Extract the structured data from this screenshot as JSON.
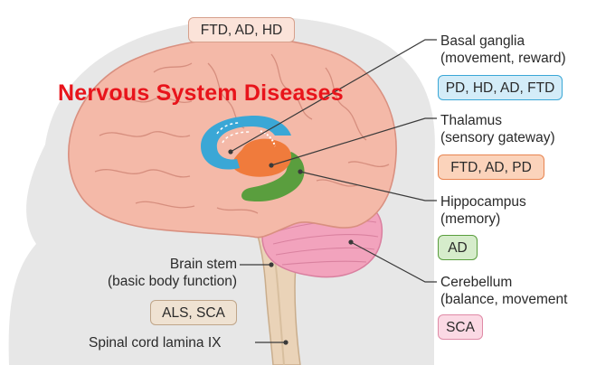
{
  "title": "Nervous System Diseases",
  "labels": {
    "cortex_badge": "FTD, AD, HD",
    "basal_ganglia": {
      "name": "Basal ganglia",
      "desc": "(movement, reward)",
      "badge": "PD, HD, AD, FTD"
    },
    "thalamus": {
      "name": "Thalamus",
      "desc": "(sensory gateway)",
      "badge": "FTD, AD, PD"
    },
    "hippocampus": {
      "name": "Hippocampus",
      "desc": "(memory)",
      "badge": "AD"
    },
    "cerebellum": {
      "name": "Cerebellum",
      "desc": "(balance, movement",
      "badge": "SCA"
    },
    "brain_stem": {
      "name": "Brain stem",
      "desc": "(basic body function)",
      "badge": "ALS, SCA"
    },
    "spinal_cord": {
      "name": "Spinal cord lamina IX"
    }
  },
  "colors": {
    "title": "#e8141b",
    "head": "#e6e6e6",
    "brain": "#f4b9a8",
    "basal_ganglia": "#3aa7d6",
    "thalamus": "#f07b3c",
    "hippocampus": "#5a9e3e",
    "cerebellum": "#f2a3bd",
    "brain_stem": "#ead3b8"
  }
}
